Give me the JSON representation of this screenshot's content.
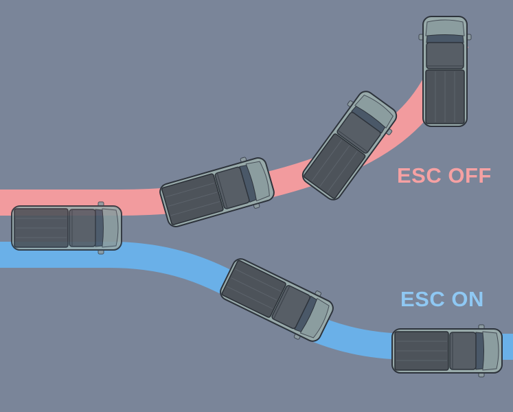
{
  "scene": {
    "background": "#7a8599",
    "path_off_color": "#f29b9e",
    "path_on_color": "#6ab0e8",
    "vehicle_icon": "pickup-truck-top-view"
  },
  "labels": {
    "esc_off": "ESC OFF",
    "esc_on": "ESC ON",
    "esc_off_color": "#f6a1a3",
    "esc_on_color": "#8fc8f3"
  }
}
